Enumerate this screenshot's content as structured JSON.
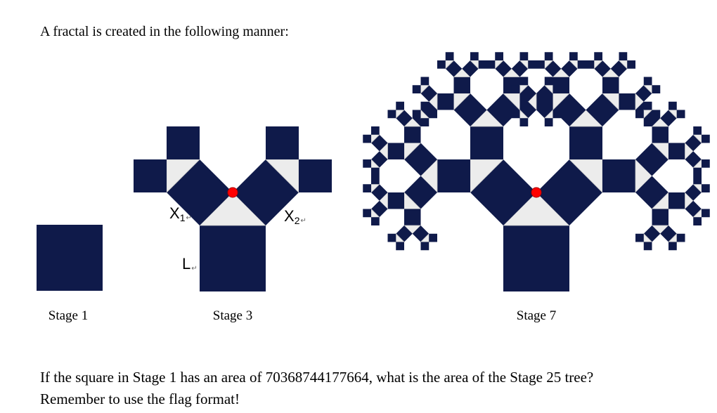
{
  "intro_text": "A fractal is created in the following manner:",
  "stages": [
    {
      "label": "Stage 1",
      "level": 1
    },
    {
      "label": "Stage 3",
      "level": 3
    },
    {
      "label": "Stage 7",
      "level": 7
    }
  ],
  "symbols": {
    "x1": {
      "base": "X",
      "sub": "1"
    },
    "x2": {
      "base": "X",
      "sub": "2"
    },
    "l": {
      "base": "L"
    },
    "return_mark": "↵"
  },
  "question": {
    "line1": "If the square in Stage 1 has an area of 70368744177664, what is the area of the Stage 25 tree?",
    "line2": "Remember to use the flag format!"
  },
  "colors": {
    "square": "#0f1a4a",
    "triangle": "#ececec",
    "triangle_stroke": "#c8c8c8",
    "marker": "#ff0000"
  }
}
